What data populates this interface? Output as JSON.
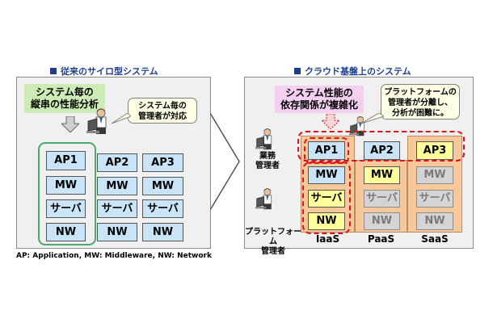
{
  "left": {
    "title": "従来のサイロ型システム",
    "analysis_box": "システム毎の\n縦串の性能分析",
    "bubble": "システム毎の\n管理者が対応",
    "stacks": [
      [
        "AP1",
        "MW",
        "サーバ",
        "NW"
      ],
      [
        "AP2",
        "MW",
        "サーバ",
        "NW"
      ],
      [
        "AP3",
        "MW",
        "サーバ",
        "NW"
      ]
    ],
    "footnote": "AP: Application, MW: Middleware, NW: Network"
  },
  "right": {
    "title": "クラウド基盤上のシステム",
    "analysis_box": "システム性能の\n依存関係が複雑化",
    "bubble": "プラットフォームの\n管理者が分離し、\n分析が困難に。",
    "role_business": "業務\n管理者",
    "role_platform": "プラットフォーム\n管理者",
    "columns": [
      "IaaS",
      "PaaS",
      "SaaS"
    ],
    "blocks": {
      "iaas": [
        "AP1",
        "MW",
        "サーバ",
        "NW"
      ],
      "paas": [
        "AP2",
        "MW",
        "サーバ",
        "NW"
      ],
      "saas": [
        "AP3",
        "MW",
        "サーバ",
        "NW"
      ]
    }
  },
  "colors": {
    "title": "#1f3e8f",
    "blue_block": "#c8e4f6",
    "yellow_block": "#ffff9c",
    "gray_block": "#d4d4d4",
    "orange_layer": "#f8c79a",
    "green_box": "#cdebb4",
    "pink_box": "#f3cff0",
    "dashed_red": "#e0101c",
    "frame_green": "#4aa870"
  },
  "icons": [
    "person-at-laptop-icon",
    "down-arrow-icon",
    "right-arrow-icon"
  ]
}
